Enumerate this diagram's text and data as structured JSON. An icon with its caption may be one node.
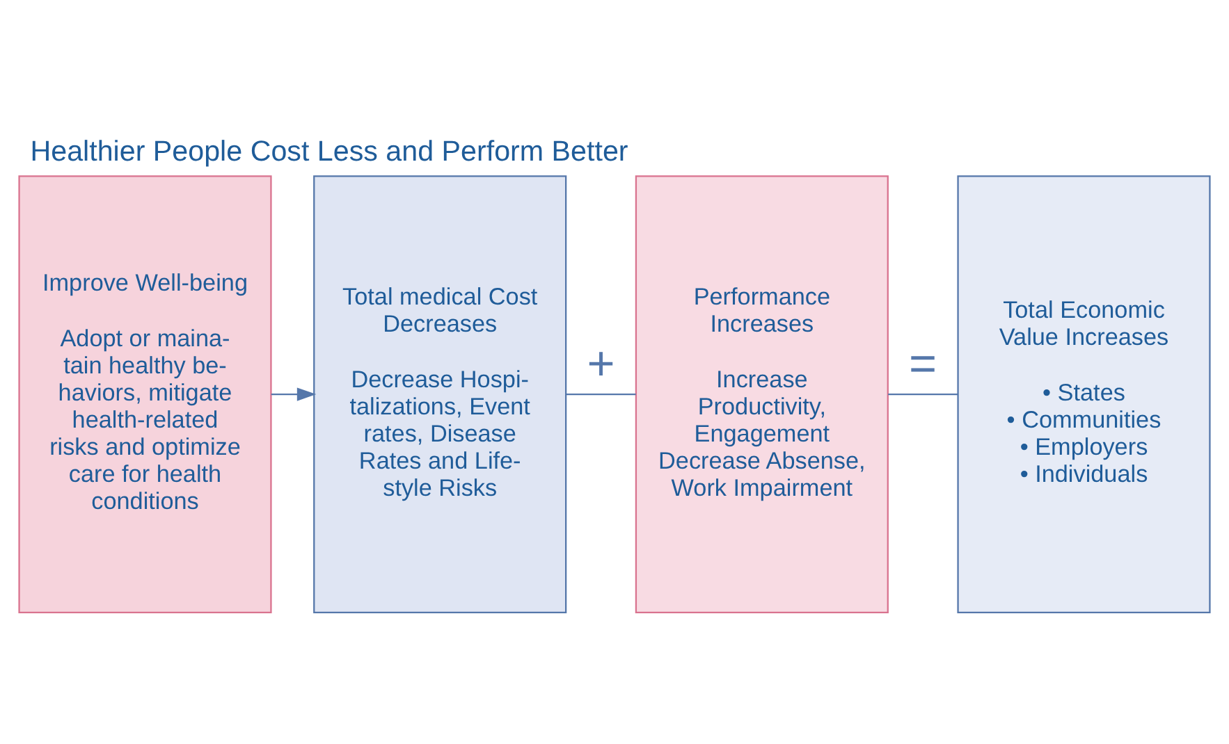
{
  "diagram": {
    "title": "Healthier People Cost Less and Perform Better",
    "nodes": [
      {
        "text": [
          "Improve Well-being",
          "Adopt or maina- tain healthy be- haviors, mitigate health-related risks and optimize care for health conditions"
        ]
      },
      {
        "text": [
          "Total medical Cost Decreases",
          "Decrease Hospi- talizations, Event rates, Disease Rates and Life- style Risks"
        ]
      },
      {
        "text": [
          "Performance Increases",
          "Increase Productivity, Engagement",
          "Decrease Absense, Work Impairment"
        ]
      },
      {
        "text": [
          "Total Economic Value Increases",
          "• States",
          "• Communities",
          "• Employers",
          "• Individuals"
        ]
      }
    ],
    "edges": [
      {
        "from": 0,
        "to": 1,
        "arrow": "to"
      },
      {
        "from": 1,
        "to": 2,
        "arrow": "none",
        "label": "+"
      },
      {
        "from": 2,
        "to": 3,
        "arrow": "none",
        "label": "="
      }
    ]
  }
}
